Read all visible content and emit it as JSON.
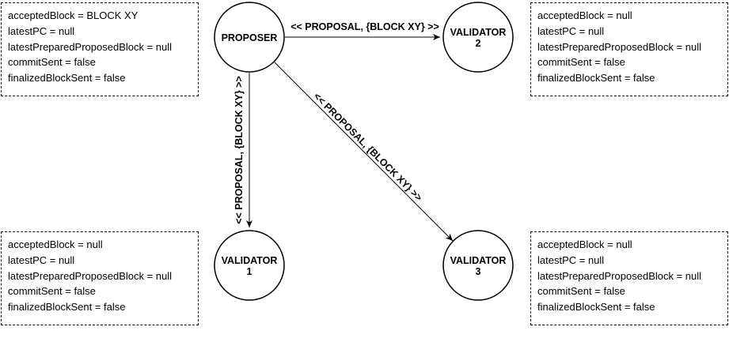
{
  "nodes": {
    "proposer": {
      "label": "PROPOSER"
    },
    "validator_1": {
      "line1": "VALIDATOR",
      "line2": "1"
    },
    "validator_2": {
      "line1": "VALIDATOR",
      "line2": "2"
    },
    "validator_3": {
      "line1": "VALIDATOR",
      "line2": "3"
    }
  },
  "edges": {
    "to_validator_2": "<< PROPOSAL, {BLOCK XY} >>",
    "to_validator_1": "<< PROPOSAL, {BLOCK XY} >>",
    "to_validator_3": "<< PROPOSAL, {BLOCK XY} >>"
  },
  "states": {
    "proposer": [
      "acceptedBlock = BLOCK XY",
      "latestPC = null",
      "latestPreparedProposedBlock = null",
      "commitSent = false",
      "finalizedBlockSent = false"
    ],
    "validator_2": [
      "acceptedBlock = null",
      "latestPC = null",
      "latestPreparedProposedBlock = null",
      "commitSent = false",
      "finalizedBlockSent = false"
    ],
    "validator_1": [
      "acceptedBlock = null",
      "latestPC = null",
      "latestPreparedProposedBlock = null",
      "commitSent = false",
      "finalizedBlockSent = false"
    ],
    "validator_3": [
      "acceptedBlock = null",
      "latestPC = null",
      "latestPreparedProposedBlock = null",
      "commitSent = false",
      "finalizedBlockSent = false"
    ]
  }
}
